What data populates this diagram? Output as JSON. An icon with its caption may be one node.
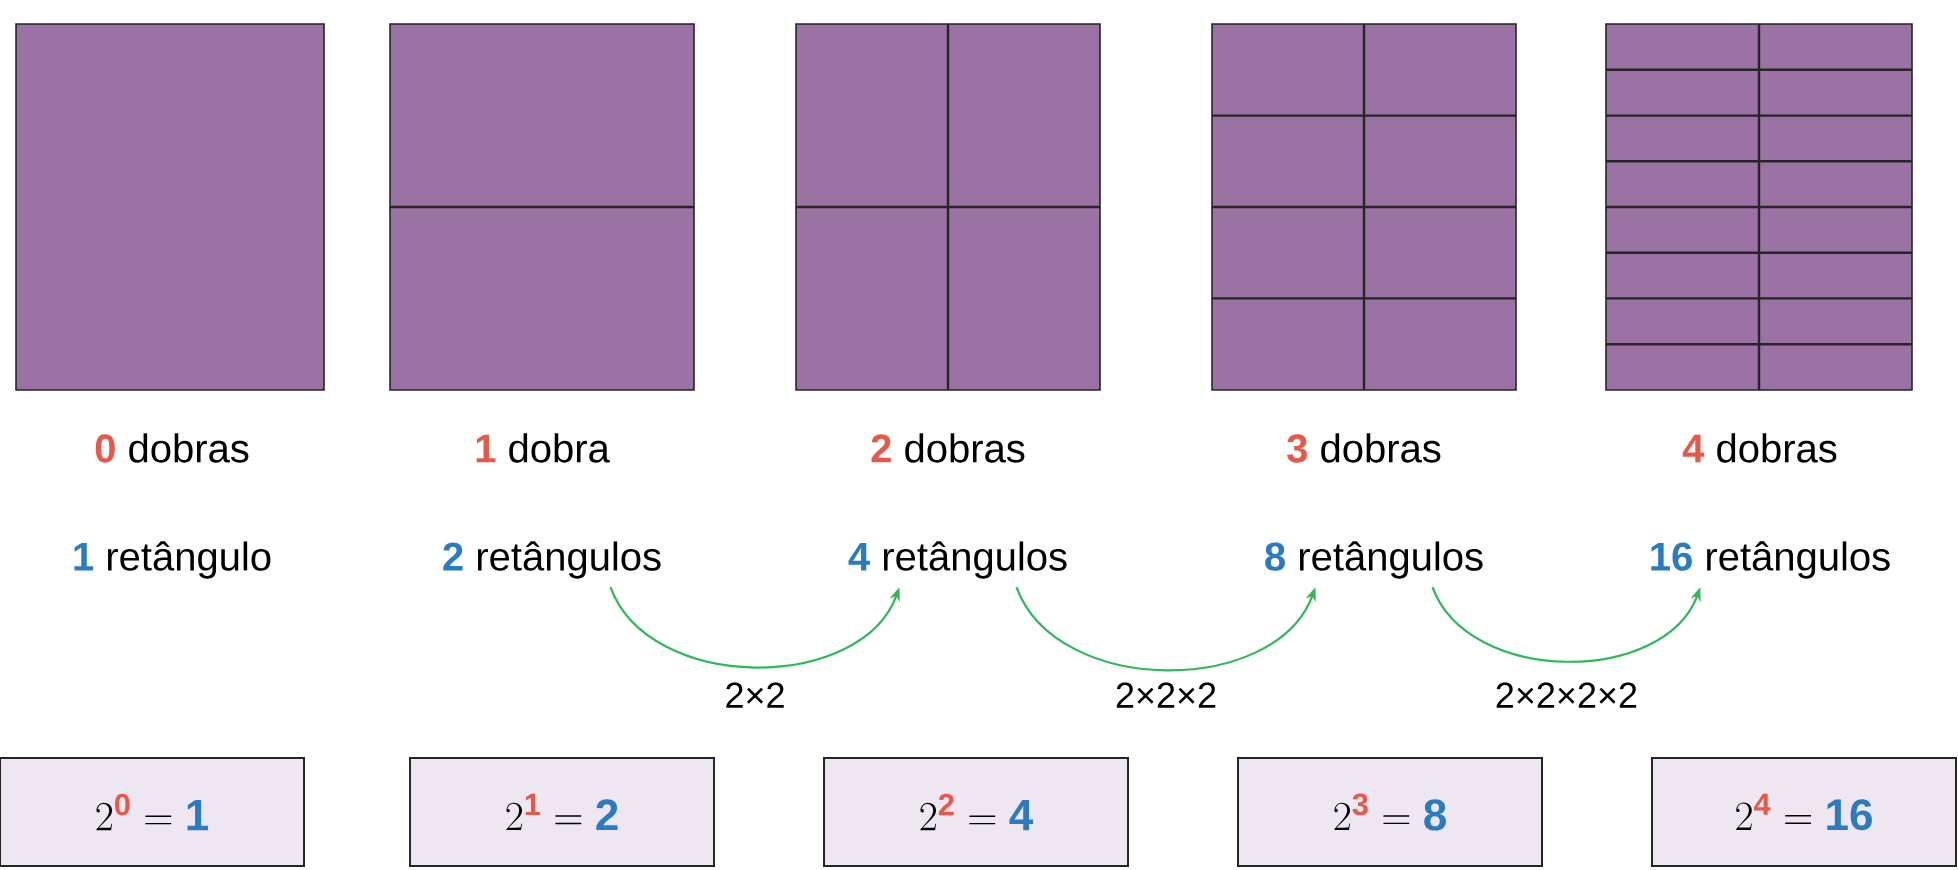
{
  "diagram": {
    "nodes": [
      {
        "text": [
          "1",
          "retângulo"
        ]
      },
      {
        "text": [
          "2",
          "retângulos"
        ]
      },
      {
        "text": [
          "4",
          "retângulos"
        ]
      },
      {
        "text": [
          "8",
          "retângulos"
        ]
      },
      {
        "text": [
          "16",
          "retângulos"
        ]
      },
      {
        "text": [
          "2^{\\textcolor[HTML]{E8584A}{\\mathbf{0}}} = \\textcolor[HTML]{2A7BC0}{\\mathbf{1}}"
        ]
      },
      {
        "text": [
          "2^{\\textcolor[HTML]{E8584A}{\\mathbf{1}}} = \\textcolor[HTML]{2A7BC0}{\\mathbf{2}}"
        ]
      },
      {
        "text": [
          "2^{\\textcolor[HTML]{E8584A}{\\mathbf{2}}} = \\textcolor[HTML]{2A7BC0}{\\mathbf{4}}"
        ]
      },
      {
        "text": [
          "2^{\\textcolor[HTML]{E8584A}{\\mathbf{3}}} = \\textcolor[HTML]{2A7BC0}{\\mathbf{8}}"
        ]
      },
      {
        "text": [
          "2^{\\textcolor[HTML]{E8584A}{\\mathbf{4}}} = \\textcolor[HTML]{2A7BC0}{\\mathbf{16}}"
        ]
      }
    ],
    "edges": [
      {
        "from": 1,
        "to": 2,
        "arrow": "to",
        "label": "2×2"
      },
      {
        "from": 2,
        "to": 3,
        "arrow": "to",
        "label": "2×2×2"
      },
      {
        "from": 3,
        "to": 4,
        "arrow": "to",
        "label": "2×2×2×2"
      }
    ],
    "labels": [
      "0",
      "dobras",
      "1",
      "dobra",
      "2",
      "dobras",
      "3",
      "dobras",
      "4",
      "dobras"
    ]
  }
}
